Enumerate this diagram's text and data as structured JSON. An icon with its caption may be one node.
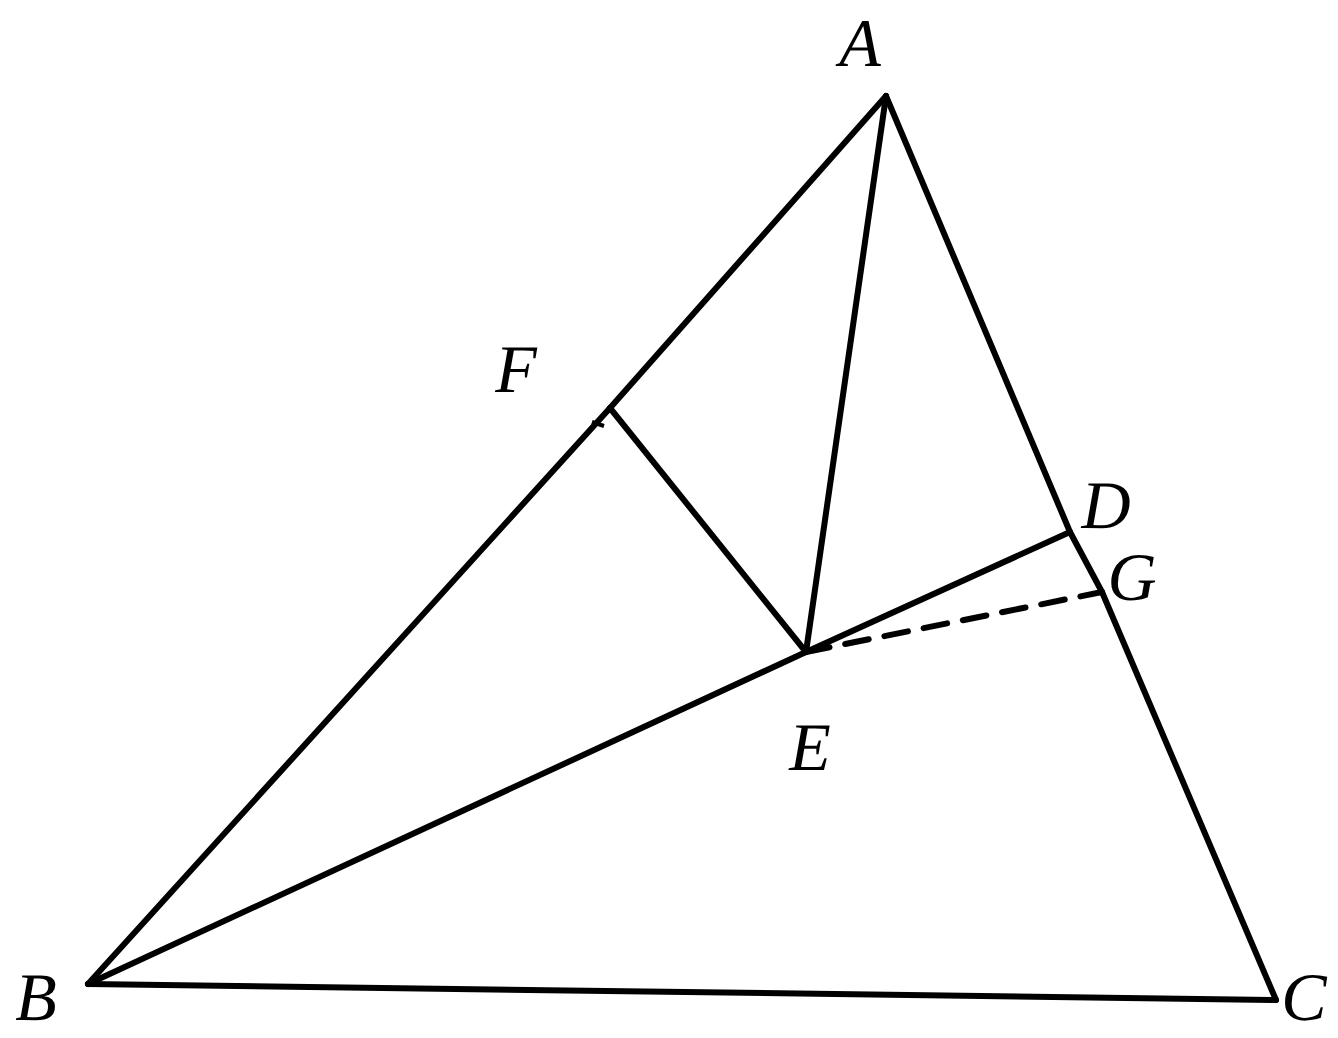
{
  "diagram": {
    "nodes": [
      {
        "text": [
          "A"
        ]
      },
      {
        "text": [
          "F"
        ]
      },
      {
        "text": [
          "D"
        ]
      },
      {
        "text": [
          "G"
        ]
      },
      {
        "text": [
          "E"
        ]
      },
      {
        "text": [
          "B"
        ]
      },
      {
        "text": [
          "C"
        ]
      }
    ],
    "edges": [
      {
        "from": 0,
        "to": 1,
        "arrow": "none"
      },
      {
        "from": 1,
        "to": 5,
        "arrow": "none"
      },
      {
        "from": 0,
        "to": 2,
        "arrow": "none"
      },
      {
        "from": 2,
        "to": 3,
        "arrow": "none"
      },
      {
        "from": 3,
        "to": 6,
        "arrow": "none"
      },
      {
        "from": 5,
        "to": 6,
        "arrow": "none"
      },
      {
        "from": 0,
        "to": 4,
        "arrow": "none"
      },
      {
        "from": 1,
        "to": 4,
        "arrow": "none"
      },
      {
        "from": 5,
        "to": 4,
        "arrow": "none"
      },
      {
        "from": 4,
        "to": 2,
        "arrow": "none"
      },
      {
        "from": 4,
        "to": 3,
        "arrow": "none",
        "style": "dashed"
      }
    ]
  }
}
